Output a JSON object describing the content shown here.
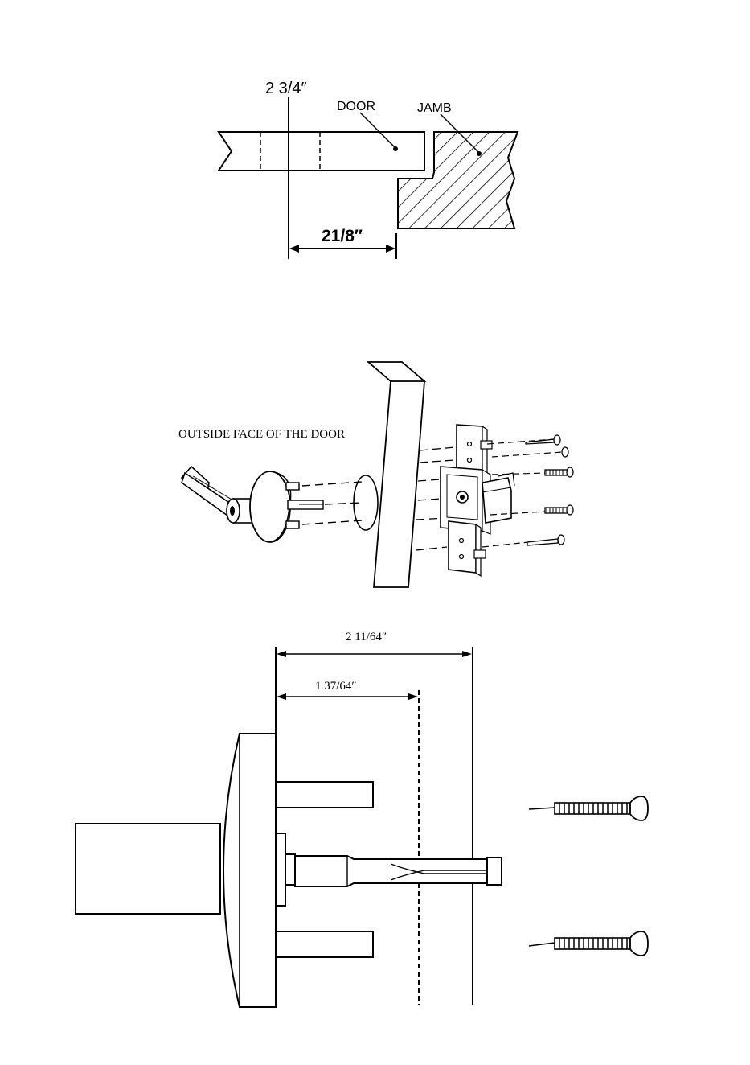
{
  "figure1": {
    "dim_backset": "2 3/4″",
    "label_door": "DOOR",
    "label_jamb": "JAMB",
    "dim_offset": "21/8″"
  },
  "figure2": {
    "label_outside_face": "OUTSIDE FACE OF THE DOOR"
  },
  "figure3": {
    "dim_overall": "2 11/64″",
    "dim_partial": "1 37/64″"
  }
}
